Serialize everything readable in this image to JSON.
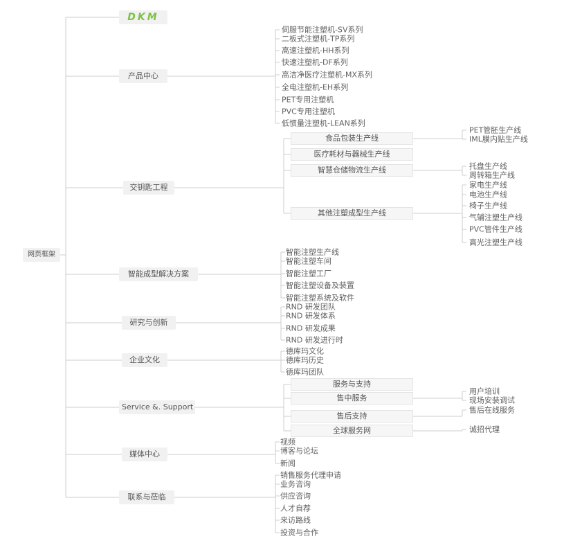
{
  "diagram": {
    "root": {
      "label": "网页框架"
    },
    "colors": {
      "line": "#cccccc",
      "box_bg": "#f1f1f1",
      "text": "#5f5f5f",
      "logo_green": "#7dc242"
    },
    "branches": [
      {
        "label": "DKM"
      },
      {
        "label": "产品中心",
        "children": [
          {
            "label": "伺服节能注塑机-SV系列"
          },
          {
            "label": "二板式注塑机-TP系列"
          },
          {
            "label": "高速注塑机-HH系列"
          },
          {
            "label": "快速注塑机-DF系列"
          },
          {
            "label": "高洁净医疗注塑机-MX系列"
          },
          {
            "label": "全电注塑机-EH系列"
          },
          {
            "label": "PET专用注塑机"
          },
          {
            "label": "PVC专用注塑机"
          },
          {
            "label": "低惯量注塑机-LEAN系列"
          }
        ]
      },
      {
        "label": "交钥匙工程",
        "children": [
          {
            "label": "食品包装生产线",
            "children": [
              {
                "label": "PET管胚生产线"
              },
              {
                "label": "IML膜内贴生产线"
              }
            ]
          },
          {
            "label": "医疗耗材与器械生产线"
          },
          {
            "label": "智慧仓储物流生产线",
            "children": [
              {
                "label": "托盘生产线"
              },
              {
                "label": "周转箱生产线"
              }
            ]
          },
          {
            "label": "其他注塑成型生产线",
            "children": [
              {
                "label": "家电生产线"
              },
              {
                "label": "电池生产线"
              },
              {
                "label": "椅子生产线"
              },
              {
                "label": "气辅注塑生产线"
              },
              {
                "label": "PVC管件生产线"
              },
              {
                "label": "高光注塑生产线"
              }
            ]
          }
        ]
      },
      {
        "label": "智能成型解决方案",
        "children": [
          {
            "label": "智能注塑生产线"
          },
          {
            "label": "智能注塑车间"
          },
          {
            "label": "智能注塑工厂"
          },
          {
            "label": "智能注塑设备及装置"
          },
          {
            "label": "智能注塑系统及软件"
          }
        ]
      },
      {
        "label": "研究与创新",
        "children": [
          {
            "label": "RND 研发团队"
          },
          {
            "label": "RND 研发体系"
          },
          {
            "label": "RND 研发成果"
          },
          {
            "label": "RND 研发进行时"
          }
        ]
      },
      {
        "label": "企业文化",
        "children": [
          {
            "label": "德库玛文化"
          },
          {
            "label": "德库玛历史"
          },
          {
            "label": "德库玛团队"
          }
        ]
      },
      {
        "label": "Service &. Support",
        "children": [
          {
            "label": "服务与支持"
          },
          {
            "label": "售中服务",
            "children": [
              {
                "label": "用户培训"
              },
              {
                "label": "现场安装调试"
              }
            ]
          },
          {
            "label": "售后支持",
            "children": [
              {
                "label": "售后在线服务"
              }
            ]
          },
          {
            "label": "全球服务网",
            "children": [
              {
                "label": "诚招代理"
              }
            ]
          }
        ]
      },
      {
        "label": "媒体中心",
        "children": [
          {
            "label": "视频"
          },
          {
            "label": "博客与论坛"
          },
          {
            "label": "新闻"
          }
        ]
      },
      {
        "label": "联系与莅临",
        "children": [
          {
            "label": "销售服务代理申请"
          },
          {
            "label": "业务咨询"
          },
          {
            "label": "供应咨询"
          },
          {
            "label": "人才自荐"
          },
          {
            "label": "来访路线"
          },
          {
            "label": "投资与合作"
          }
        ]
      }
    ]
  }
}
